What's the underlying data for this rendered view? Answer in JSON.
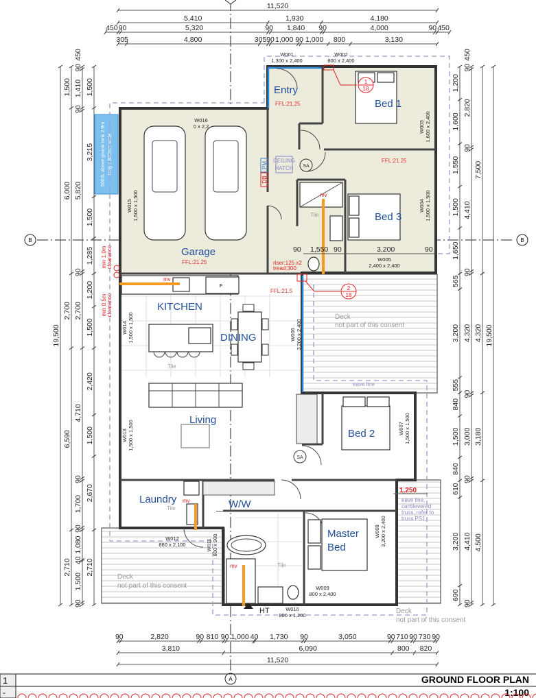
{
  "footer": {
    "view_number": "1",
    "view_sub": "-",
    "title": "GROUND FLOOR PLAN",
    "scale": "1:100"
  },
  "grid_markers": {
    "horizontal": "B",
    "vertical": "A"
  },
  "dimensions": {
    "top": [
      [
        "11,520"
      ],
      [
        "5,410",
        "1,930",
        "4,180"
      ],
      [
        "450",
        "90",
        "5,320",
        "90",
        "1,840",
        "90",
        "4,000",
        "90",
        "450"
      ],
      [
        "305",
        "4,800",
        "305",
        "90",
        "1,000",
        "90",
        "1,000",
        "800",
        "3,130"
      ]
    ],
    "bottom": [
      [
        "90",
        "2,820",
        "90",
        "810",
        "90",
        "1,000",
        "40",
        "1,730",
        "90",
        "3,050",
        "90",
        "710",
        "90",
        "730",
        "90"
      ],
      [
        "3,810",
        "6,090",
        "800",
        "820"
      ],
      [
        "11,520"
      ]
    ],
    "left": [
      [
        "19,500"
      ],
      [
        "1,500",
        "6,000",
        "2,700",
        "6,590",
        "2,710"
      ],
      [
        "90",
        "1,410",
        "90",
        "5,820",
        "90",
        "2,700",
        "4,710",
        "90",
        "1,700",
        "90",
        "1,080",
        "40",
        "1,500",
        "90"
      ],
      [
        "1,500",
        "3,215",
        "1,500",
        "1,285",
        "1,200",
        "1,500",
        "2,420",
        "1,500",
        "2,670",
        "2,710"
      ]
    ],
    "left_eave": "450",
    "right": [
      [
        "1,200",
        "1,600",
        "1,550",
        "1,500",
        "1,650",
        "565",
        "3,200",
        "555",
        "840",
        "1,500",
        "840",
        "610",
        "3,200",
        "690"
      ],
      [
        "90",
        "2,820",
        "90",
        "4,410",
        "90",
        "4,320",
        "90",
        "3,000",
        "90",
        "4,410",
        "90"
      ],
      [
        "7,500",
        "4,320",
        "3,180",
        "4,500"
      ],
      [
        "19,500"
      ]
    ],
    "right_eave": "450",
    "internal": [
      "90",
      "1,550",
      "90",
      "3,200",
      "90"
    ],
    "cantilever": "1,250"
  },
  "rooms": {
    "entry": "Entry",
    "bed1": "Bed 1",
    "bed3": "Bed 3",
    "garage": "Garage",
    "kitchen": "KITCHEN",
    "dining": "DINING",
    "living": "Living",
    "bed2": "Bed 2",
    "laundry": "Laundry",
    "ww": "W/W",
    "master_1": "Master",
    "master_2": "Bed"
  },
  "levels": {
    "entry": "FFL:21.25",
    "bedrooms": "FFL:21.25",
    "garage": "FFL:21.25",
    "kitchen": "FFL:21.5"
  },
  "finishes": {
    "tile": "Tile"
  },
  "windows": [
    {
      "id": "W001",
      "size": "1,300 x 2,400"
    },
    {
      "id": "W002",
      "size": "800 x 2,400"
    },
    {
      "id": "W003",
      "size": "1,600 x 2,400"
    },
    {
      "id": "W004",
      "size": "1,500 x 1,500"
    },
    {
      "id": "W005",
      "size": "2,400 x 2,400"
    },
    {
      "id": "W006",
      "size": "3,200 x 2,400"
    },
    {
      "id": "W007",
      "size": "1,500 x 1,500"
    },
    {
      "id": "W008",
      "size": "3,200 x 2,400"
    },
    {
      "id": "W009",
      "size": "800 x 2,400"
    },
    {
      "id": "W010",
      "size": "800 x 1,200"
    },
    {
      "id": "W011",
      "size": "600 x 900"
    },
    {
      "id": "W012",
      "size": "860 x 2,100"
    },
    {
      "id": "W013",
      "size": "1,500 x 1,500"
    },
    {
      "id": "W014",
      "size": "1,500 x 1,500"
    },
    {
      "id": "W015",
      "size": "1,500 x 1,500"
    },
    {
      "id": "W016",
      "size": "0 x 2,2"
    }
  ],
  "annotations": {
    "deck_title": "Deck",
    "deck_note": "not part of this consent",
    "eave_line": "eave line",
    "eave_note": [
      "eave line,",
      "cantilevered",
      "truss, refer to",
      "truss PS1"
    ],
    "tank": [
      "5000L above gound tank 2.9m",
      "long x 880mm wide"
    ],
    "clearance_1": [
      "min 1.0m",
      "clearance"
    ],
    "clearance_05": [
      "min 0.5m",
      "clearance"
    ],
    "ceiling_hatch": [
      "CEILING",
      "HATCH"
    ],
    "smoke_alarm": "SA",
    "db": "DB",
    "pm": "PM",
    "mv": "mv",
    "stair": [
      "riser:125 x2",
      "tread:300"
    ],
    "hot_water": "HT",
    "fridge": "F",
    "section_1": {
      "num": "1",
      "sheet": "18"
    },
    "section_2": {
      "num": "2",
      "sheet": "18"
    }
  },
  "colors": {
    "floor_fill": "#ecebdc",
    "room_text": "#1f4e9a",
    "level_text": "#e03030",
    "eave": "#9a98c8",
    "duct": "#f59a22",
    "glazing": "#2a8ad8"
  }
}
